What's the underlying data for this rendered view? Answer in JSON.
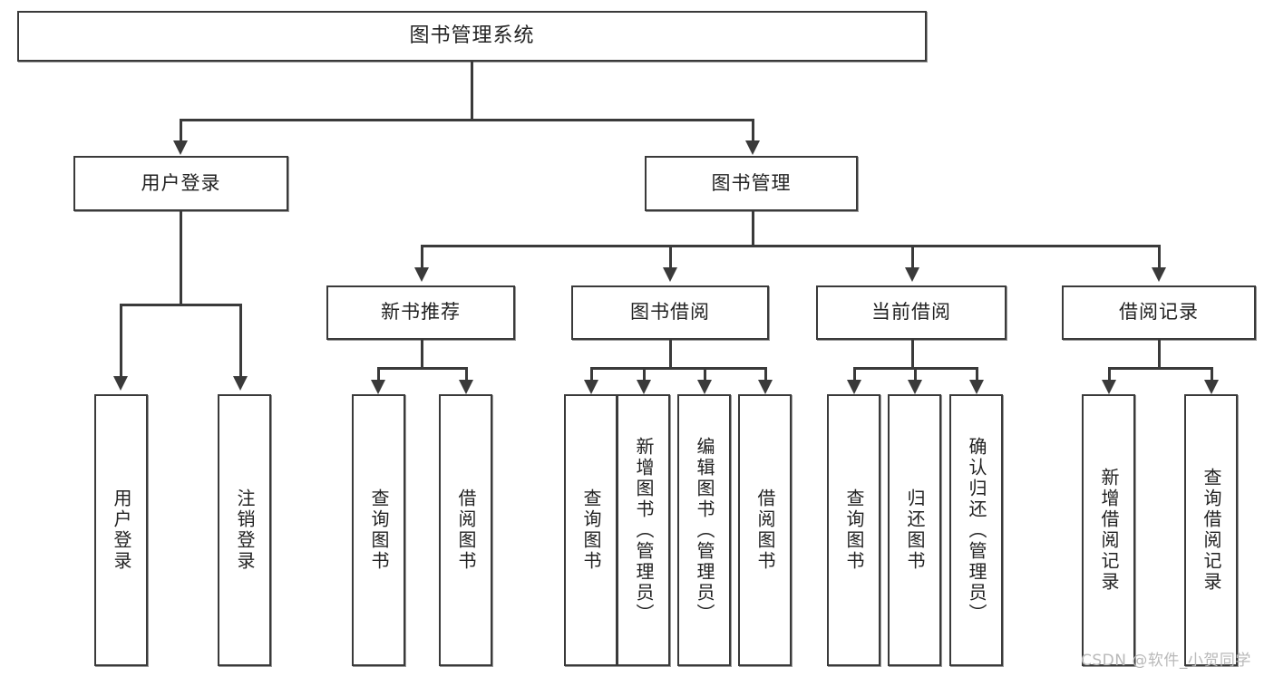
{
  "diagram": {
    "type": "tree-hierarchy",
    "title": "图书管理系统",
    "root": {
      "label": "图书管理系统"
    },
    "level1": [
      {
        "label": "用户登录"
      },
      {
        "label": "图书管理"
      }
    ],
    "level2": [
      {
        "label": "新书推荐"
      },
      {
        "label": "图书借阅"
      },
      {
        "label": "当前借阅"
      },
      {
        "label": "借阅记录"
      }
    ],
    "leaves": {
      "user_login": [
        {
          "label": "用户登录"
        },
        {
          "label": "注销登录"
        }
      ],
      "new_book_recommend": [
        {
          "label": "查询图书"
        },
        {
          "label": "借阅图书"
        }
      ],
      "book_borrow": [
        {
          "label": "查询图书"
        },
        {
          "label": "新增图书（管理员）"
        },
        {
          "label": "编辑图书（管理员）"
        },
        {
          "label": "借阅图书"
        }
      ],
      "current_borrow": [
        {
          "label": "查询图书"
        },
        {
          "label": "归还图书"
        },
        {
          "label": "确认归还（管理员）"
        }
      ],
      "borrow_record": [
        {
          "label": "新增借阅记录"
        },
        {
          "label": "查询借阅记录"
        }
      ]
    }
  },
  "watermark": {
    "text": "CSDN @软件_小贺同学"
  },
  "colors": {
    "line": "#3a3a3a",
    "box_fill": "#ffffff",
    "text": "#222222",
    "watermark": "#b9b9b9"
  }
}
